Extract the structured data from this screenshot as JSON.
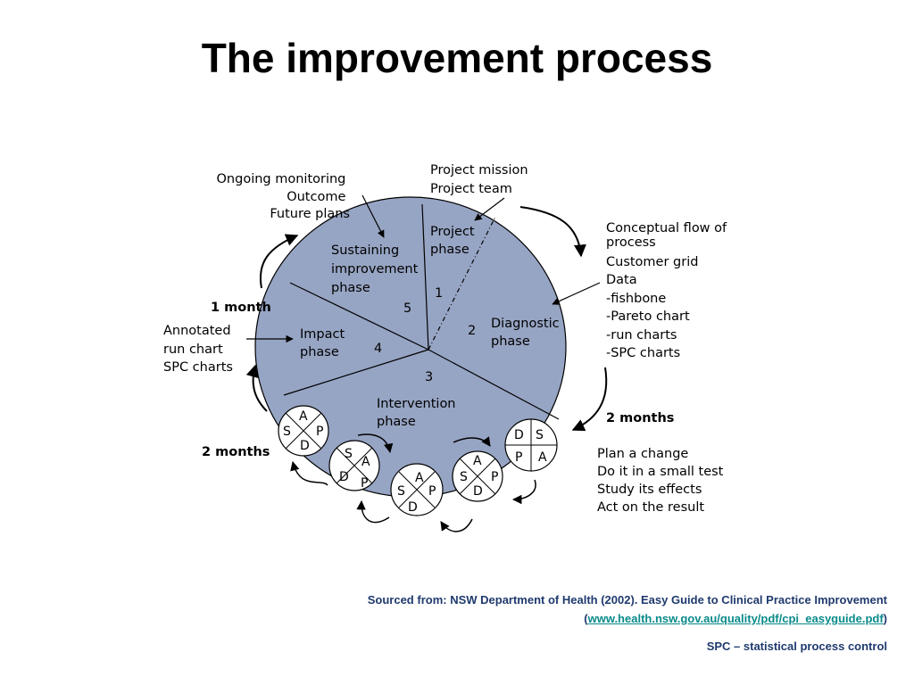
{
  "title": "The improvement process",
  "wheel": {
    "fill": "#97a5c4",
    "phases": [
      {
        "name_lines": [
          "Project",
          "phase"
        ],
        "number": "1"
      },
      {
        "name_lines": [
          "Diagnostic",
          "phase"
        ],
        "number": "2"
      },
      {
        "name_lines": [
          "Intervention",
          "phase"
        ],
        "number": "3"
      },
      {
        "name_lines": [
          "Impact",
          "phase"
        ],
        "number": "4"
      },
      {
        "name_lines": [
          "Sustaining",
          "improvement",
          "phase"
        ],
        "number": "5"
      }
    ]
  },
  "annotations": {
    "project": [
      "Project mission",
      "Project team"
    ],
    "diagnostic": [
      "Conceptual flow of",
      "process",
      "Customer grid",
      "Data",
      "-fishbone",
      "-Pareto chart",
      "-run charts",
      "-SPC charts"
    ],
    "sustaining": [
      "Ongoing monitoring",
      "Outcome",
      "Future plans"
    ],
    "impact": [
      "Annotated",
      "run chart",
      "SPC charts"
    ],
    "pdsa_steps": [
      "Plan a change",
      "Do it in a small test",
      "Study its effects",
      "Act on the result"
    ]
  },
  "durations": {
    "one_month": "1 month",
    "two_months_left": "2 months",
    "two_months_right": "2 months"
  },
  "pdsa_letters": {
    "plan": "P",
    "do": "D",
    "study": "S",
    "act": "A"
  },
  "footer": {
    "source_prefix": "Sourced from: NSW Department of Health (2002). Easy Guide to Clinical Practice Improvement",
    "paren_open": "(",
    "link_text": "www.health.nsw.gov.au/quality/pdf/cpi_easyguide.pdf",
    "paren_close": ")",
    "spc_note": "SPC – statistical process control"
  }
}
